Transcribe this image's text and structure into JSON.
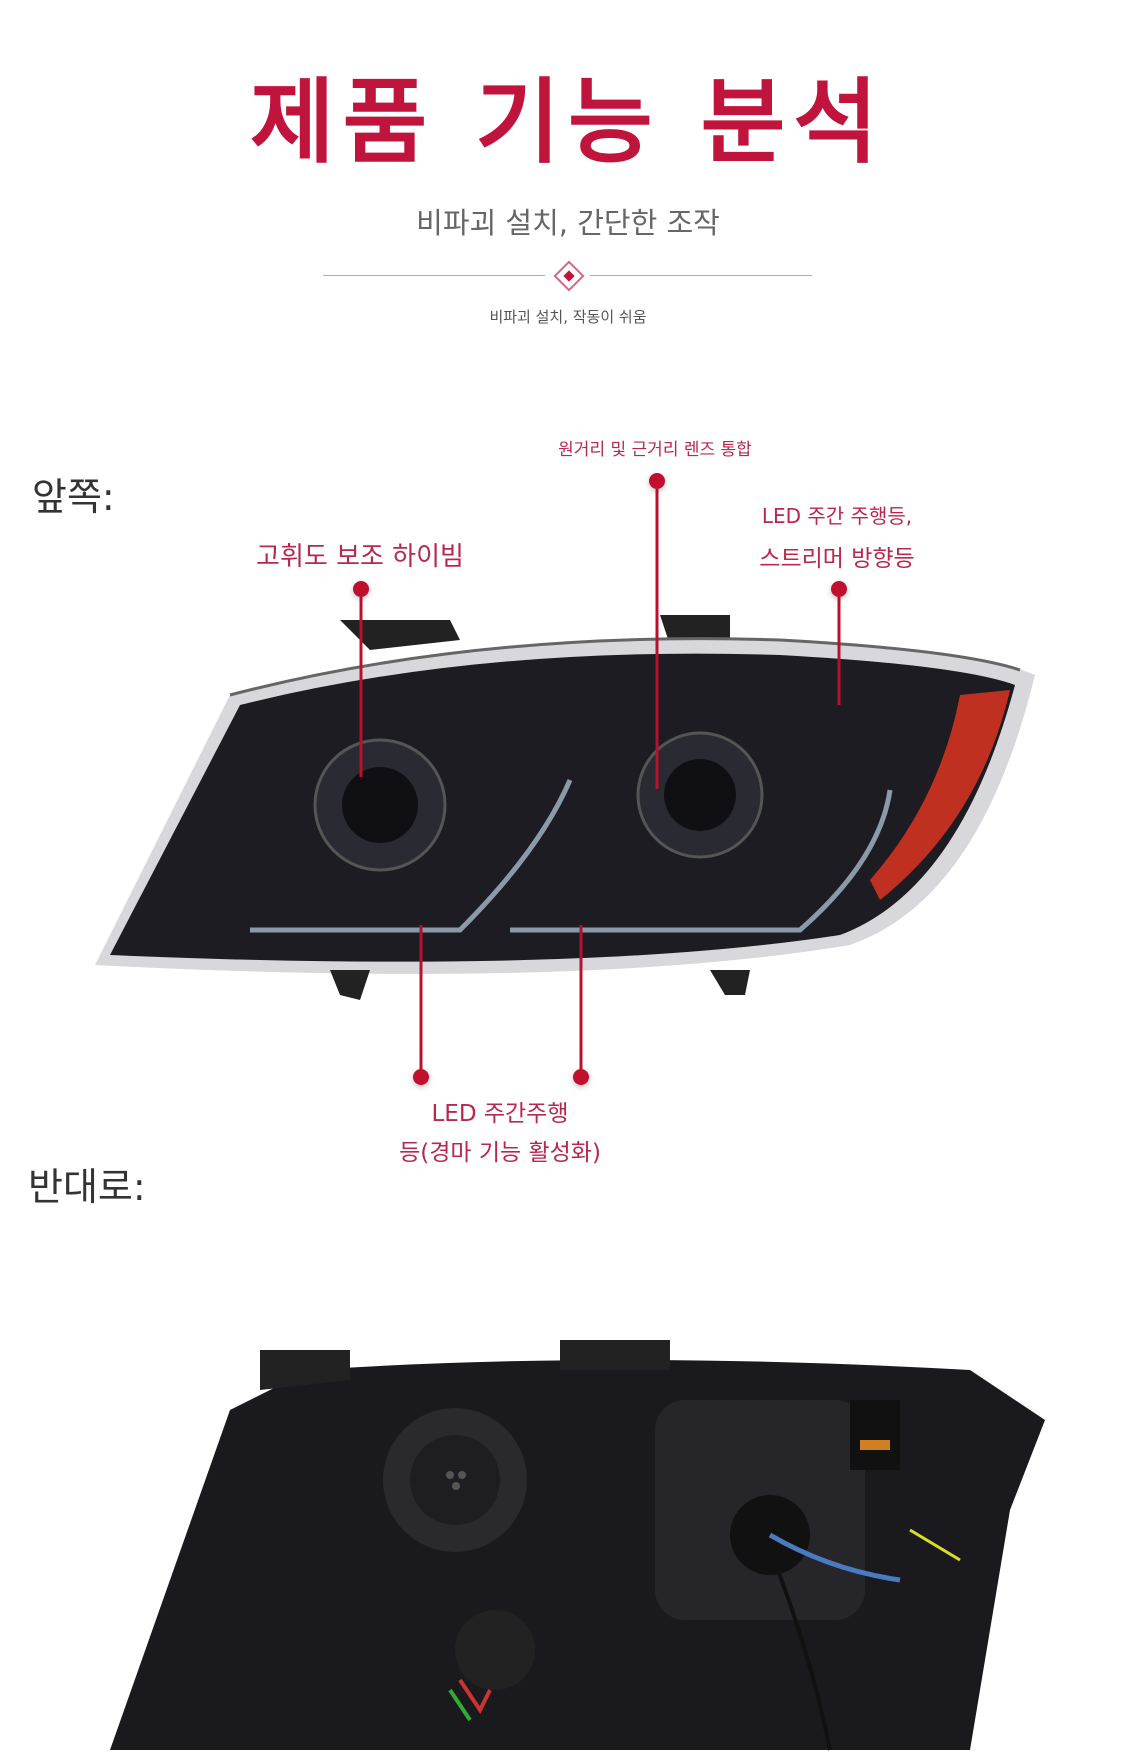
{
  "header": {
    "title": "제품 기능 분석",
    "subtitle": "비파괴 설치, 간단한 조작",
    "caption": "비파괴 설치, 작동이 쉬움"
  },
  "front": {
    "label": "앞쪽:",
    "callouts": {
      "lens": "원거리 및 근거리 렌즈 통합",
      "highbeam": "고휘도 보조 하이빔",
      "drl_line1": "LED 주간 주행등,",
      "drl_line2": "스트리머 방향등",
      "bottom_line1": "LED 주간주행",
      "bottom_line2": "등(경마 기능 활성화)"
    }
  },
  "back": {
    "label": "반대로:"
  },
  "colors": {
    "accent": "#c0143c",
    "label": "#b8284e"
  }
}
